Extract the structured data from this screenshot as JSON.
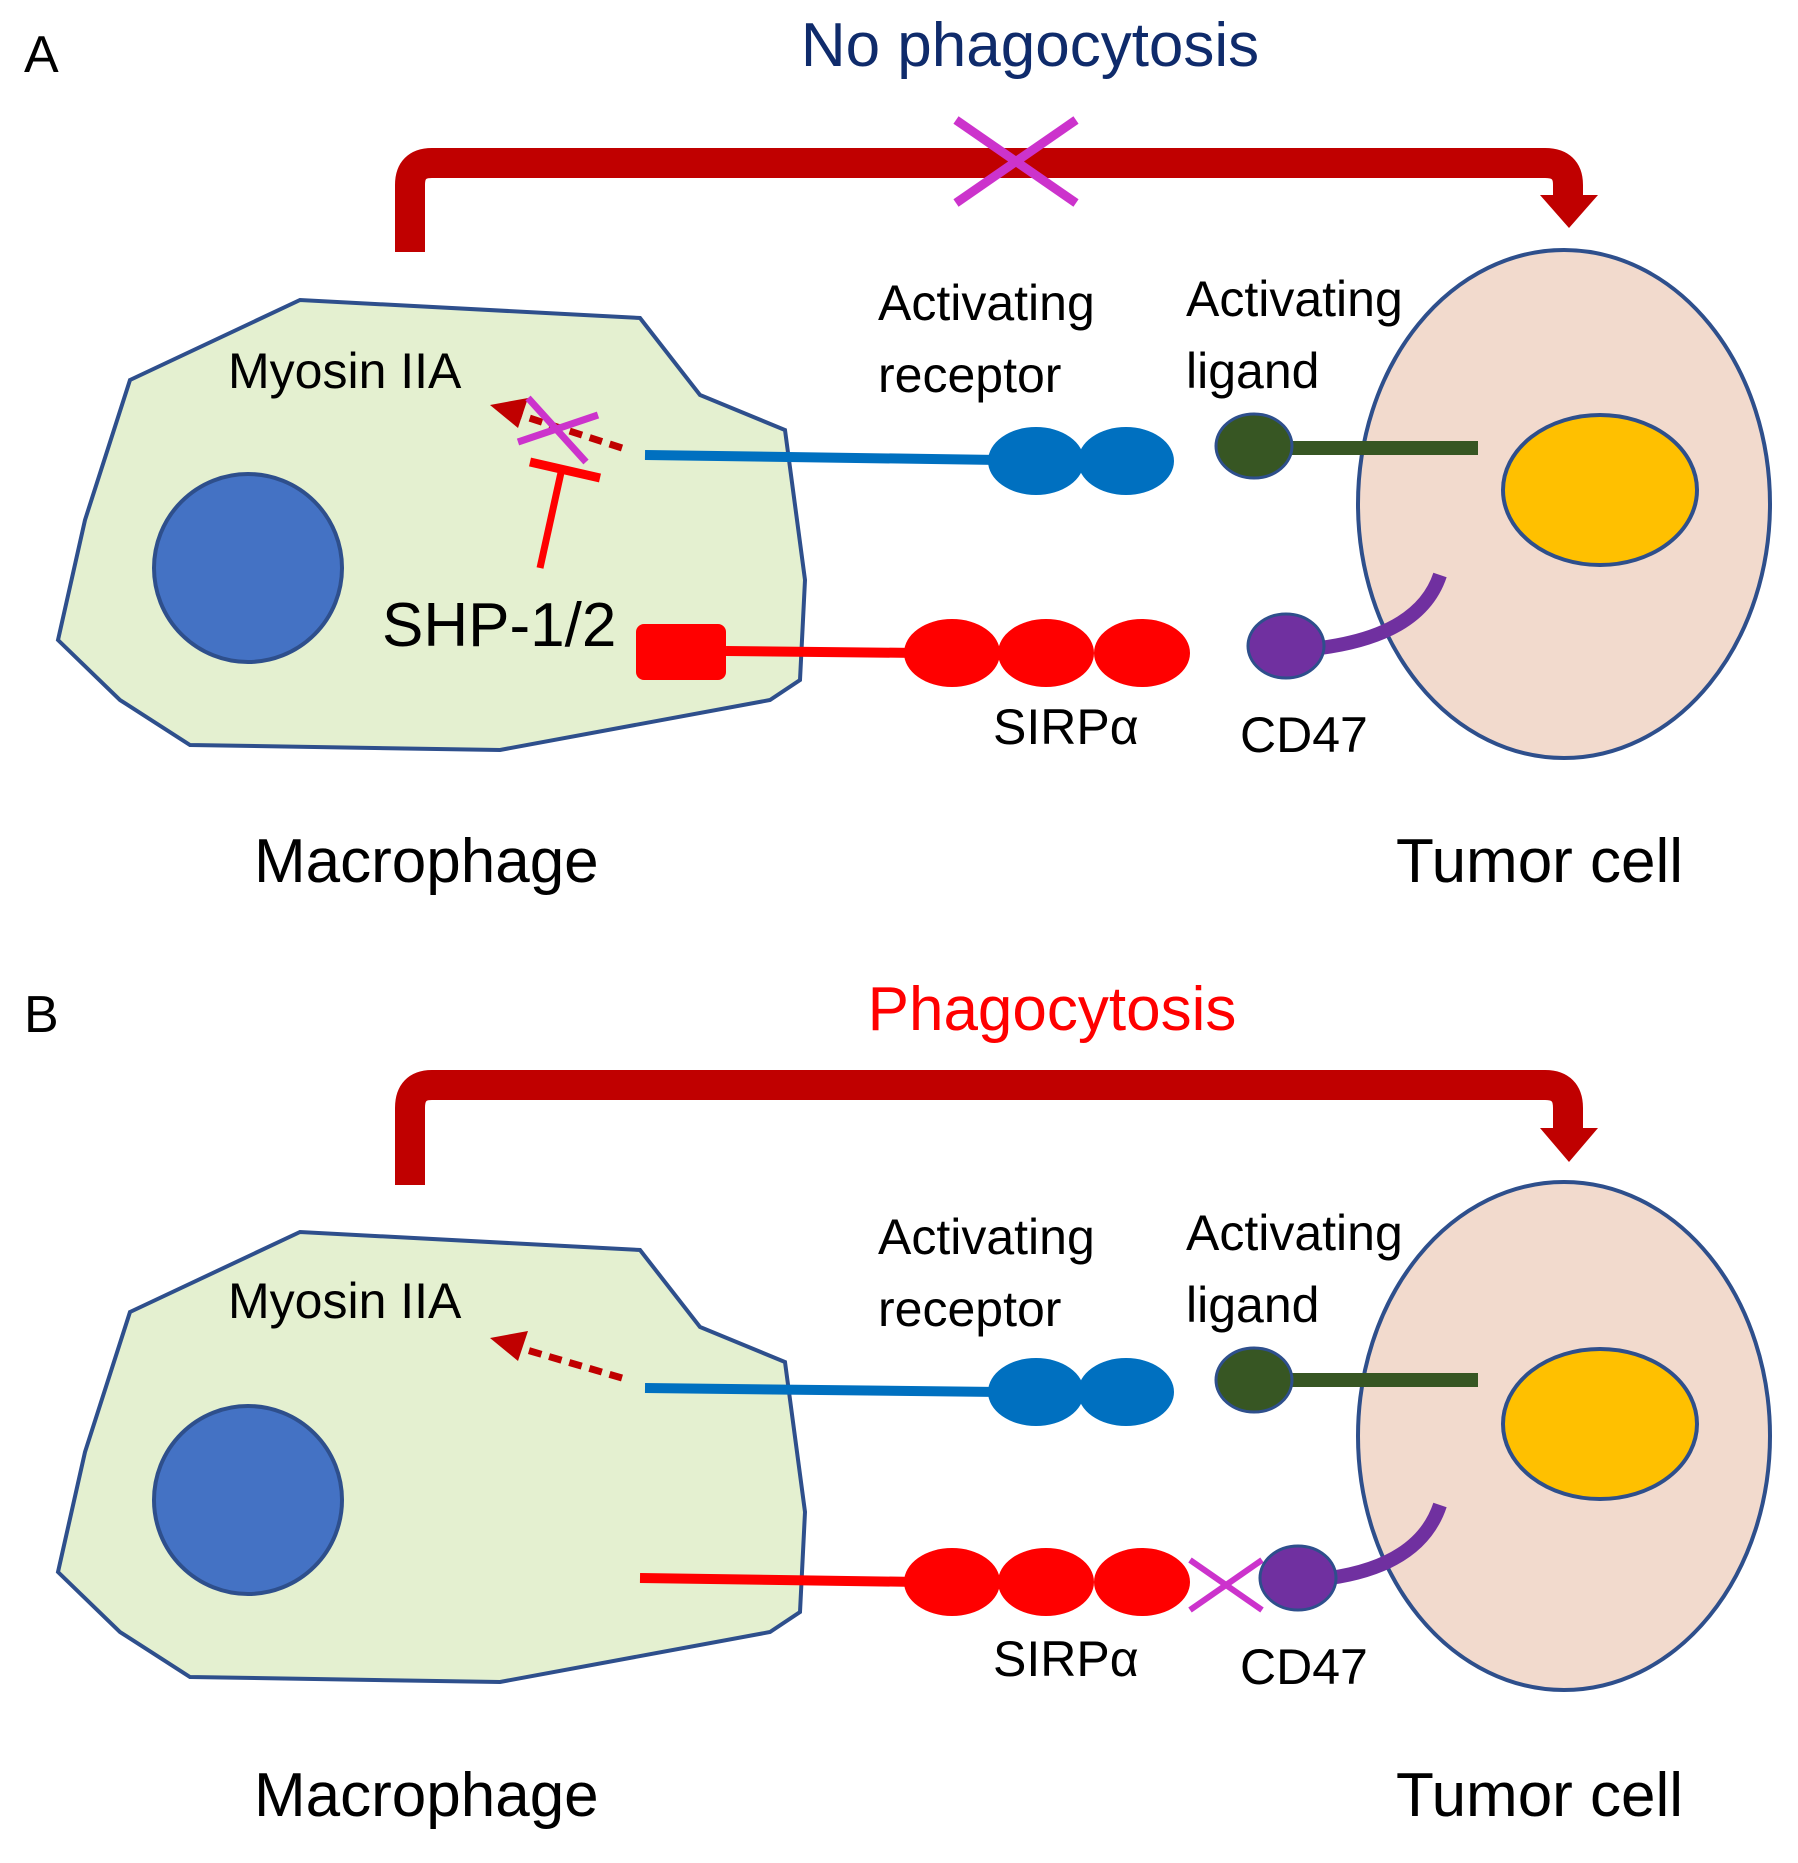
{
  "colors": {
    "macrophage_fill": "#e4f0d0",
    "cell_outline": "#2e4f8c",
    "macrophage_nucleus": "#4472c4",
    "tumor_fill": "#f2dacd",
    "tumor_nucleus": "#ffc000",
    "activating_receptor": "#0070c0",
    "activating_ligand": "#375623",
    "sirpa": "#ff0000",
    "cd47": "#7030a0",
    "big_arrow": "#c00000",
    "block_cross": "#cc33cc",
    "title_no_phagocytosis": "#0f2b6b",
    "title_phagocytosis": "#ff0000"
  },
  "panels": [
    {
      "letter": "A",
      "title": "No phagocytosis",
      "myosin_label": "Myosin IIA",
      "shp_label": "SHP-1/2",
      "activating_receptor_label": [
        "Activating",
        "receptor"
      ],
      "activating_ligand_label": [
        "Activating",
        "ligand"
      ],
      "sirpa_label": "SIRPα",
      "cd47_label": "CD47",
      "macrophage_label": "Macrophage",
      "tumor_label": "Tumor cell"
    },
    {
      "letter": "B",
      "title": "Phagocytosis",
      "myosin_label": "Myosin IIA",
      "activating_receptor_label": [
        "Activating",
        "receptor"
      ],
      "activating_ligand_label": [
        "Activating",
        "ligand"
      ],
      "sirpa_label": "SIRPα",
      "cd47_label": "CD47",
      "macrophage_label": "Macrophage",
      "tumor_label": "Tumor cell"
    }
  ]
}
